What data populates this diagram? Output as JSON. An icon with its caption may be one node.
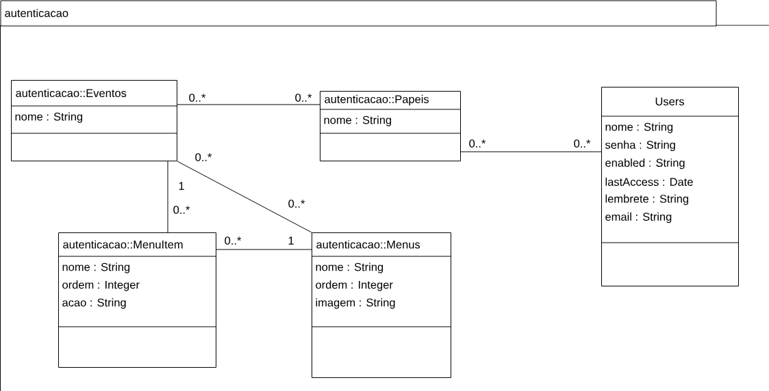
{
  "diagram": {
    "nodes": [
      {
        "text": [
          "autenticacao"
        ]
      },
      {
        "text": [
          "autenticacao::Eventos",
          "nome : String"
        ],
        "in": 0
      },
      {
        "text": [
          "autenticacao::Papeis",
          "nome : String"
        ],
        "in": 0
      },
      {
        "text": [
          "Users",
          "nome : String",
          "senha : String",
          "enabled : String",
          "lastAccess : Date",
          "lembrete : String",
          "email : String"
        ],
        "in": 0
      },
      {
        "text": [
          "autenticacao::MenuItem",
          "nome : String",
          "ordem : Integer",
          "acao : String"
        ],
        "in": 0
      },
      {
        "text": [
          "autenticacao::Menus",
          "nome : String",
          "ordem : Integer",
          "imagem : String"
        ],
        "in": 0
      }
    ],
    "edges": [
      {
        "from": 1,
        "to": 2,
        "arrow": "none"
      },
      {
        "from": 2,
        "to": 3,
        "arrow": "none"
      },
      {
        "from": 1,
        "to": 4,
        "arrow": "none"
      },
      {
        "from": 1,
        "to": 5,
        "arrow": "none"
      },
      {
        "from": 4,
        "to": 5,
        "arrow": "none"
      }
    ],
    "labels": [
      "0..*",
      "0..*",
      "0..*",
      "0..*",
      "0..*",
      "1",
      "0..*",
      "0..*",
      "0..*",
      "1"
    ]
  }
}
